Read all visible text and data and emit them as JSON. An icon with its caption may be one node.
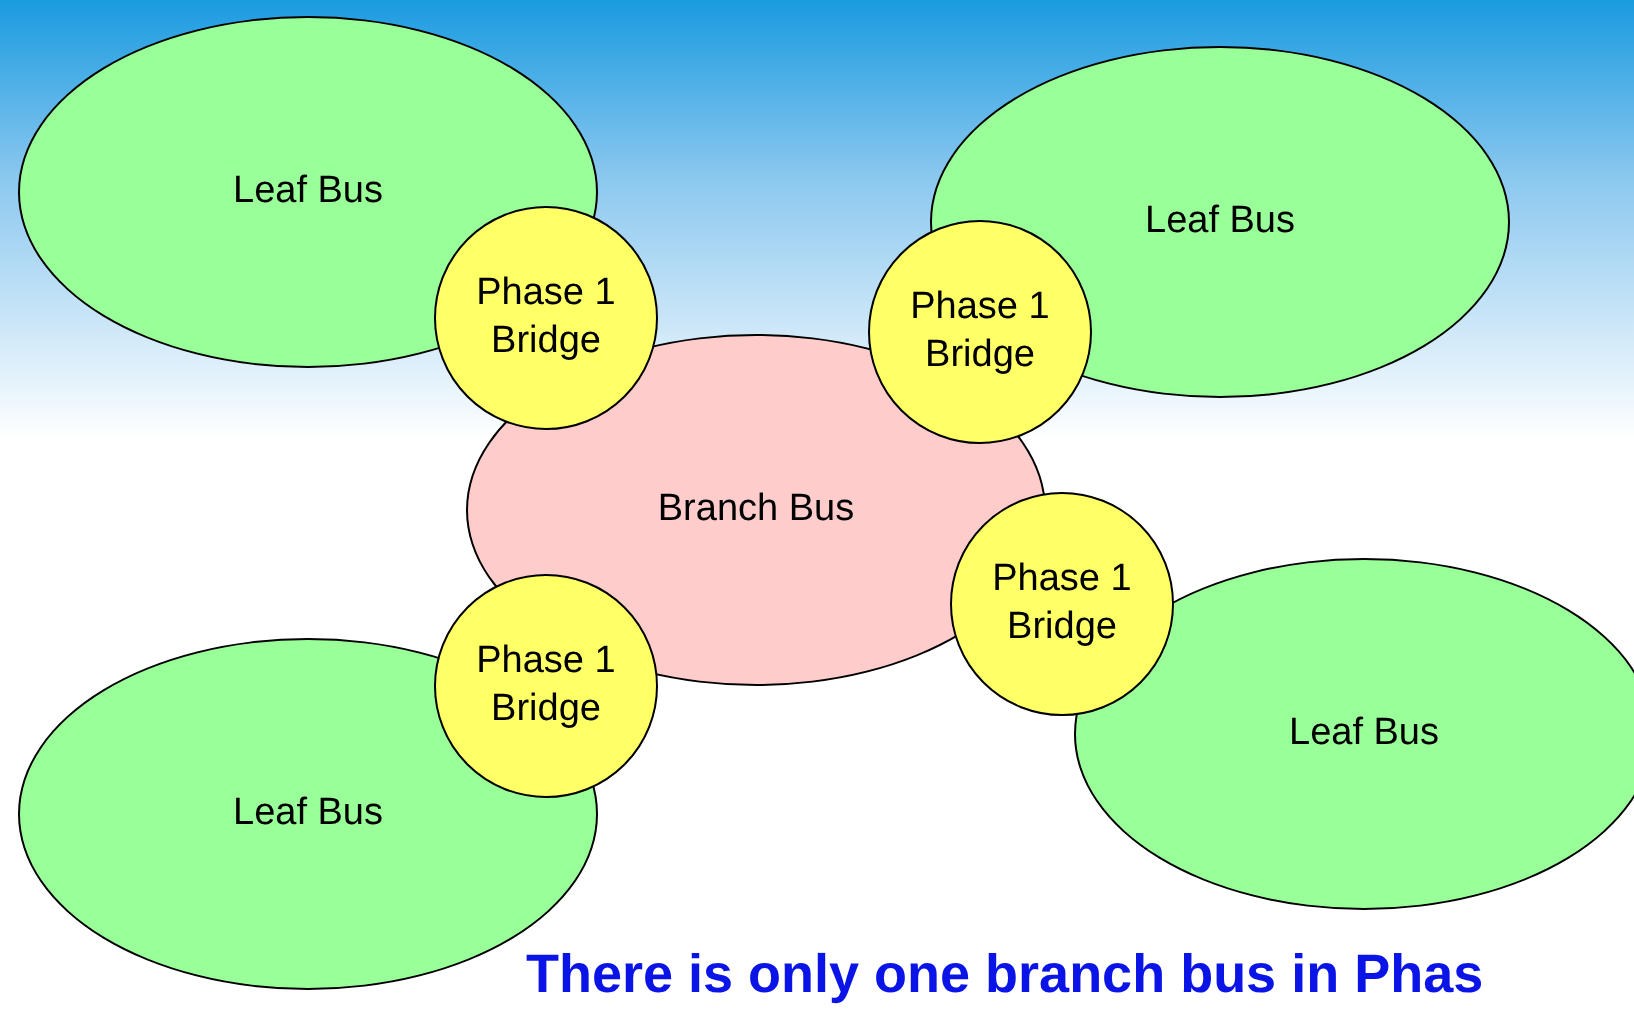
{
  "diagram": {
    "caption": "There is only one branch bus in Phas",
    "nodes": [
      {
        "text": [
          "Leaf Bus"
        ]
      },
      {
        "text": [
          "Leaf Bus"
        ]
      },
      {
        "text": [
          "Phase 1 Bridge"
        ]
      },
      {
        "text": [
          "Phase 1 Bridge"
        ]
      },
      {
        "text": [
          "Branch Bus"
        ]
      },
      {
        "text": [
          "Phase 1 Bridge"
        ]
      },
      {
        "text": [
          "Phase 1 Bridge"
        ]
      },
      {
        "text": [
          "Leaf Bus"
        ]
      },
      {
        "text": [
          "Leaf Bus"
        ]
      }
    ],
    "edges": []
  }
}
